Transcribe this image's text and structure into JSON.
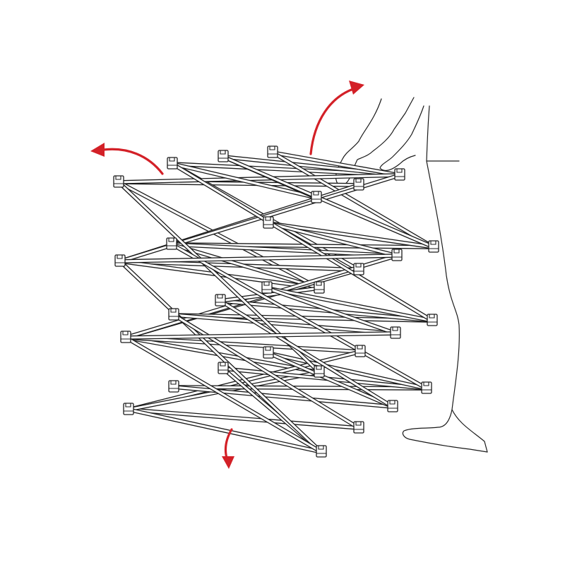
{
  "figure": {
    "subject": "popup-frame-expansion",
    "line_color": "#1a1a1a",
    "background": "#ffffff"
  },
  "arrows": {
    "color": "#d32027",
    "items": [
      {
        "name": "expand-up-arrow"
      },
      {
        "name": "expand-left-arrow"
      },
      {
        "name": "expand-down-arrow"
      }
    ]
  }
}
